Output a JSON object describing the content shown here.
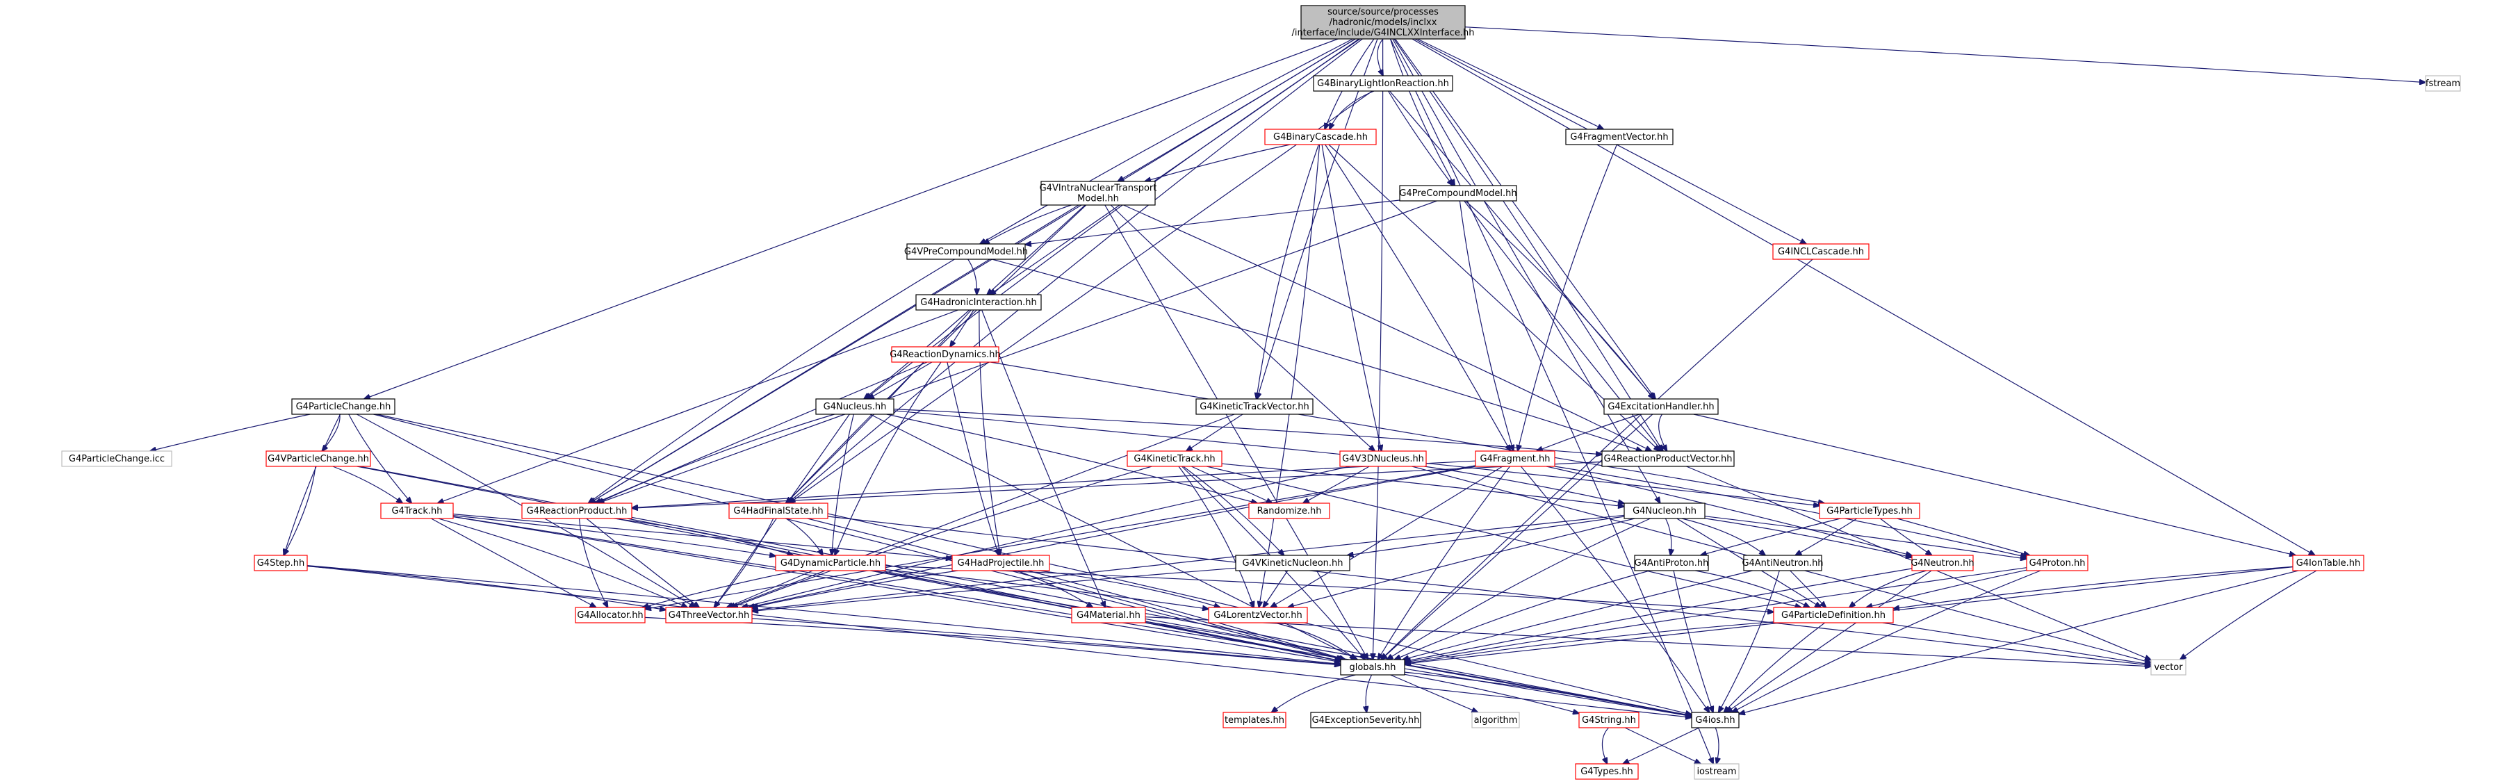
{
  "graph": {
    "colors": {
      "edge": "#191970",
      "documented_border": "#000000",
      "undocumented_border": "#ff0000",
      "external_border": "#bfbfbf",
      "root_fill": "#bfbfbf"
    },
    "nodes": [
      {
        "id": "root",
        "label": [
          "source/source/processes",
          "/hadronic/models/inclxx",
          "/interface/include/G4INCLXXInterface.hh"
        ],
        "kind": "root"
      },
      {
        "id": "binlight",
        "label": [
          "G4BinaryLightIonReaction.hh"
        ],
        "kind": "black"
      },
      {
        "id": "binary",
        "label": [
          "G4BinaryCascade.hh"
        ],
        "kind": "red"
      },
      {
        "id": "fragvec",
        "label": [
          "G4FragmentVector.hh"
        ],
        "kind": "black"
      },
      {
        "id": "fstream",
        "label": [
          "fstream"
        ],
        "kind": "gray"
      },
      {
        "id": "intranuc",
        "label": [
          "G4VIntraNuclearTransport",
          "Model.hh"
        ],
        "kind": "black"
      },
      {
        "id": "precomp",
        "label": [
          "G4PreCompoundModel.hh"
        ],
        "kind": "black"
      },
      {
        "id": "vprecomp",
        "label": [
          "G4VPreCompoundModel.hh"
        ],
        "kind": "black"
      },
      {
        "id": "inclcasc",
        "label": [
          "G4INCLCascade.hh"
        ],
        "kind": "red"
      },
      {
        "id": "hadint",
        "label": [
          "G4HadronicInteraction.hh"
        ],
        "kind": "black"
      },
      {
        "id": "reacdyn",
        "label": [
          "G4ReactionDynamics.hh"
        ],
        "kind": "red"
      },
      {
        "id": "partchange",
        "label": [
          "G4ParticleChange.hh"
        ],
        "kind": "black"
      },
      {
        "id": "nucleus",
        "label": [
          "G4Nucleus.hh"
        ],
        "kind": "black"
      },
      {
        "id": "kintrackvec",
        "label": [
          "G4KineticTrackVector.hh"
        ],
        "kind": "black"
      },
      {
        "id": "excit",
        "label": [
          "G4ExcitationHandler.hh"
        ],
        "kind": "black"
      },
      {
        "id": "partchangeicc",
        "label": [
          "G4ParticleChange.icc"
        ],
        "kind": "gray"
      },
      {
        "id": "vpartchange",
        "label": [
          "G4VParticleChange.hh"
        ],
        "kind": "red"
      },
      {
        "id": "kintrack",
        "label": [
          "G4KineticTrack.hh"
        ],
        "kind": "red"
      },
      {
        "id": "v3dnuc",
        "label": [
          "G4V3DNucleus.hh"
        ],
        "kind": "red"
      },
      {
        "id": "fragment",
        "label": [
          "G4Fragment.hh"
        ],
        "kind": "red"
      },
      {
        "id": "reacprodvec",
        "label": [
          "G4ReactionProductVector.hh"
        ],
        "kind": "black"
      },
      {
        "id": "track",
        "label": [
          "G4Track.hh"
        ],
        "kind": "red"
      },
      {
        "id": "reacprod",
        "label": [
          "G4ReactionProduct.hh"
        ],
        "kind": "red"
      },
      {
        "id": "hadfinal",
        "label": [
          "G4HadFinalState.hh"
        ],
        "kind": "red"
      },
      {
        "id": "randomize",
        "label": [
          "Randomize.hh"
        ],
        "kind": "red"
      },
      {
        "id": "nucleon",
        "label": [
          "G4Nucleon.hh"
        ],
        "kind": "black"
      },
      {
        "id": "parttypes",
        "label": [
          "G4ParticleTypes.hh"
        ],
        "kind": "red"
      },
      {
        "id": "iontable",
        "label": [
          "G4IonTable.hh"
        ],
        "kind": "red"
      },
      {
        "id": "step",
        "label": [
          "G4Step.hh"
        ],
        "kind": "red"
      },
      {
        "id": "dynpart",
        "label": [
          "G4DynamicParticle.hh"
        ],
        "kind": "red"
      },
      {
        "id": "hadproj",
        "label": [
          "G4HadProjectile.hh"
        ],
        "kind": "red"
      },
      {
        "id": "vkinnuc",
        "label": [
          "G4VKineticNucleon.hh"
        ],
        "kind": "black"
      },
      {
        "id": "antiproton",
        "label": [
          "G4AntiProton.hh"
        ],
        "kind": "black"
      },
      {
        "id": "antineutron",
        "label": [
          "G4AntiNeutron.hh"
        ],
        "kind": "black"
      },
      {
        "id": "neutron",
        "label": [
          "G4Neutron.hh"
        ],
        "kind": "red"
      },
      {
        "id": "proton",
        "label": [
          "G4Proton.hh"
        ],
        "kind": "red"
      },
      {
        "id": "allocator",
        "label": [
          "G4Allocator.hh"
        ],
        "kind": "red"
      },
      {
        "id": "threevec",
        "label": [
          "G4ThreeVector.hh"
        ],
        "kind": "red"
      },
      {
        "id": "material",
        "label": [
          "G4Material.hh"
        ],
        "kind": "red"
      },
      {
        "id": "lorentz",
        "label": [
          "G4LorentzVector.hh"
        ],
        "kind": "red"
      },
      {
        "id": "partdef",
        "label": [
          "G4ParticleDefinition.hh"
        ],
        "kind": "red"
      },
      {
        "id": "vector",
        "label": [
          "vector"
        ],
        "kind": "gray"
      },
      {
        "id": "globals",
        "label": [
          "globals.hh"
        ],
        "kind": "black"
      },
      {
        "id": "templates",
        "label": [
          "templates.hh"
        ],
        "kind": "red"
      },
      {
        "id": "exceptsev",
        "label": [
          "G4ExceptionSeverity.hh"
        ],
        "kind": "black"
      },
      {
        "id": "algorithm",
        "label": [
          "algorithm"
        ],
        "kind": "gray"
      },
      {
        "id": "g4string",
        "label": [
          "G4String.hh"
        ],
        "kind": "red"
      },
      {
        "id": "g4ios",
        "label": [
          "G4ios.hh"
        ],
        "kind": "black"
      },
      {
        "id": "g4types",
        "label": [
          "G4Types.hh"
        ],
        "kind": "red"
      },
      {
        "id": "iostream",
        "label": [
          "iostream"
        ],
        "kind": "gray"
      }
    ],
    "edges": [
      [
        "root",
        "binlight"
      ],
      [
        "root",
        "binary"
      ],
      [
        "root",
        "fragvec"
      ],
      [
        "root",
        "fstream"
      ],
      [
        "root",
        "intranuc"
      ],
      [
        "root",
        "precomp"
      ],
      [
        "root",
        "vprecomp"
      ],
      [
        "root",
        "inclcasc"
      ],
      [
        "root",
        "hadint"
      ],
      [
        "root",
        "partchange"
      ],
      [
        "root",
        "nucleus"
      ],
      [
        "root",
        "kintrackvec"
      ],
      [
        "root",
        "excit"
      ],
      [
        "root",
        "reacprodvec"
      ],
      [
        "root",
        "reacprod"
      ],
      [
        "root",
        "hadfinal"
      ],
      [
        "root",
        "nucleon"
      ],
      [
        "root",
        "iontable"
      ],
      [
        "root",
        "globals"
      ],
      [
        "root",
        "iostream"
      ],
      [
        "binlight",
        "binary"
      ],
      [
        "binlight",
        "precomp"
      ],
      [
        "binlight",
        "excit"
      ],
      [
        "binlight",
        "hadfinal"
      ],
      [
        "binary",
        "intranuc"
      ],
      [
        "binary",
        "kintrackvec"
      ],
      [
        "binary",
        "v3dnuc"
      ],
      [
        "binary",
        "reacprodvec"
      ],
      [
        "binary",
        "fragment"
      ],
      [
        "binary",
        "lorentz"
      ],
      [
        "fragvec",
        "fragment"
      ],
      [
        "intranuc",
        "vprecomp"
      ],
      [
        "intranuc",
        "hadint"
      ],
      [
        "intranuc",
        "reacprodvec"
      ],
      [
        "intranuc",
        "reacprod"
      ],
      [
        "intranuc",
        "v3dnuc"
      ],
      [
        "intranuc",
        "hadfinal"
      ],
      [
        "intranuc",
        "globals"
      ],
      [
        "precomp",
        "vprecomp"
      ],
      [
        "precomp",
        "excit"
      ],
      [
        "precomp",
        "fragment"
      ],
      [
        "precomp",
        "reacprodvec"
      ],
      [
        "precomp",
        "reacprod"
      ],
      [
        "vprecomp",
        "hadint"
      ],
      [
        "vprecomp",
        "reacprodvec"
      ],
      [
        "vprecomp",
        "reacprod"
      ],
      [
        "inclcasc",
        "globals"
      ],
      [
        "hadint",
        "reacdyn"
      ],
      [
        "hadint",
        "nucleus"
      ],
      [
        "hadint",
        "hadfinal"
      ],
      [
        "hadint",
        "hadproj"
      ],
      [
        "hadint",
        "material"
      ],
      [
        "hadint",
        "track"
      ],
      [
        "reacdyn",
        "nucleus"
      ],
      [
        "reacdyn",
        "reacprod"
      ],
      [
        "reacdyn",
        "dynpart"
      ],
      [
        "reacdyn",
        "hadproj"
      ],
      [
        "reacdyn",
        "parttypes"
      ],
      [
        "partchange",
        "partchangeicc"
      ],
      [
        "partchange",
        "vpartchange"
      ],
      [
        "partchange",
        "track"
      ],
      [
        "partchange",
        "step"
      ],
      [
        "partchange",
        "globals"
      ],
      [
        "partchange",
        "threevec"
      ],
      [
        "partchange",
        "g4ios"
      ],
      [
        "nucleus",
        "reacprod"
      ],
      [
        "nucleus",
        "dynpart"
      ],
      [
        "nucleus",
        "threevec"
      ],
      [
        "nucleus",
        "randomize"
      ],
      [
        "nucleus",
        "reacprodvec"
      ],
      [
        "nucleus",
        "parttypes"
      ],
      [
        "nucleus",
        "globals"
      ],
      [
        "kintrackvec",
        "kintrack"
      ],
      [
        "kintrackvec",
        "threevec"
      ],
      [
        "excit",
        "fragment"
      ],
      [
        "excit",
        "reacprodvec"
      ],
      [
        "excit",
        "iontable"
      ],
      [
        "excit",
        "globals"
      ],
      [
        "vpartchange",
        "track"
      ],
      [
        "vpartchange",
        "step"
      ],
      [
        "vpartchange",
        "globals"
      ],
      [
        "vpartchange",
        "g4ios"
      ],
      [
        "kintrack",
        "randomize"
      ],
      [
        "kintrack",
        "vkinnuc"
      ],
      [
        "kintrack",
        "lorentz"
      ],
      [
        "kintrack",
        "threevec"
      ],
      [
        "kintrack",
        "nucleon"
      ],
      [
        "kintrack",
        "partdef"
      ],
      [
        "kintrack",
        "globals"
      ],
      [
        "v3dnuc",
        "randomize"
      ],
      [
        "v3dnuc",
        "nucleon"
      ],
      [
        "v3dnuc",
        "threevec"
      ],
      [
        "v3dnuc",
        "vector"
      ],
      [
        "fragment",
        "reacprod"
      ],
      [
        "fragment",
        "lorentz"
      ],
      [
        "fragment",
        "threevec"
      ],
      [
        "fragment",
        "globals"
      ],
      [
        "fragment",
        "allocator"
      ],
      [
        "fragment",
        "g4ios"
      ],
      [
        "fragment",
        "proton"
      ],
      [
        "fragment",
        "neutron"
      ],
      [
        "reacprodvec",
        "vector"
      ],
      [
        "reacprodvec",
        "reacprod"
      ],
      [
        "track",
        "dynpart"
      ],
      [
        "track",
        "threevec"
      ],
      [
        "track",
        "allocator"
      ],
      [
        "track",
        "globals"
      ],
      [
        "track",
        "hadproj"
      ],
      [
        "track",
        "g4ios"
      ],
      [
        "reacprod",
        "dynpart"
      ],
      [
        "reacprod",
        "allocator"
      ],
      [
        "reacprod",
        "threevec"
      ],
      [
        "reacprod",
        "globals"
      ],
      [
        "hadfinal",
        "dynpart"
      ],
      [
        "hadfinal",
        "threevec"
      ],
      [
        "hadfinal",
        "globals"
      ],
      [
        "hadfinal",
        "vector"
      ],
      [
        "nucleon",
        "vkinnuc"
      ],
      [
        "nucleon",
        "antiproton"
      ],
      [
        "nucleon",
        "antineutron"
      ],
      [
        "nucleon",
        "neutron"
      ],
      [
        "nucleon",
        "proton"
      ],
      [
        "nucleon",
        "partdef"
      ],
      [
        "nucleon",
        "threevec"
      ],
      [
        "nucleon",
        "lorentz"
      ],
      [
        "nucleon",
        "globals"
      ],
      [
        "parttypes",
        "neutron"
      ],
      [
        "parttypes",
        "proton"
      ],
      [
        "parttypes",
        "antiproton"
      ],
      [
        "parttypes",
        "antineutron"
      ],
      [
        "iontable",
        "partdef"
      ],
      [
        "iontable",
        "vector"
      ],
      [
        "iontable",
        "globals"
      ],
      [
        "iontable",
        "g4ios"
      ],
      [
        "step",
        "threevec"
      ],
      [
        "step",
        "globals"
      ],
      [
        "step",
        "g4ios"
      ],
      [
        "dynpart",
        "threevec"
      ],
      [
        "dynpart",
        "lorentz"
      ],
      [
        "dynpart",
        "allocator"
      ],
      [
        "dynpart",
        "partdef"
      ],
      [
        "dynpart",
        "globals"
      ],
      [
        "dynpart",
        "g4ios"
      ],
      [
        "hadproj",
        "material"
      ],
      [
        "hadproj",
        "lorentz"
      ],
      [
        "hadproj",
        "globals"
      ],
      [
        "hadproj",
        "threevec"
      ],
      [
        "vkinnuc",
        "lorentz"
      ],
      [
        "vkinnuc",
        "threevec"
      ],
      [
        "antiproton",
        "partdef"
      ],
      [
        "antiproton",
        "globals"
      ],
      [
        "antiproton",
        "g4ios"
      ],
      [
        "antineutron",
        "partdef"
      ],
      [
        "antineutron",
        "globals"
      ],
      [
        "antineutron",
        "g4ios"
      ],
      [
        "neutron",
        "partdef"
      ],
      [
        "neutron",
        "globals"
      ],
      [
        "neutron",
        "g4ios"
      ],
      [
        "proton",
        "partdef"
      ],
      [
        "proton",
        "globals"
      ],
      [
        "proton",
        "g4ios"
      ],
      [
        "material",
        "globals"
      ],
      [
        "material",
        "vector"
      ],
      [
        "material",
        "g4ios"
      ],
      [
        "lorentz",
        "globals"
      ],
      [
        "partdef",
        "globals"
      ],
      [
        "partdef",
        "g4ios"
      ],
      [
        "partdef",
        "vector"
      ],
      [
        "threevec",
        "globals"
      ],
      [
        "allocator",
        "globals"
      ],
      [
        "globals",
        "templates"
      ],
      [
        "globals",
        "exceptsev"
      ],
      [
        "globals",
        "algorithm"
      ],
      [
        "globals",
        "g4string"
      ],
      [
        "globals",
        "g4ios"
      ],
      [
        "g4string",
        "g4types"
      ],
      [
        "g4string",
        "iostream"
      ],
      [
        "g4ios",
        "g4types"
      ],
      [
        "g4ios",
        "iostream"
      ]
    ]
  }
}
